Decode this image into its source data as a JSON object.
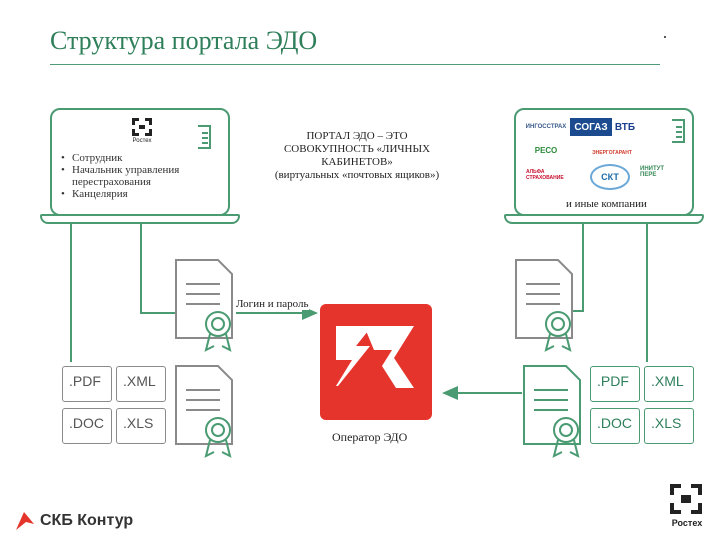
{
  "title": "Структура портала ЭДО",
  "left_panel": {
    "logo_text": "Ростех",
    "bullets": [
      "Сотрудник",
      "Начальник управления перестрахования",
      "Канцелярия"
    ]
  },
  "center_note": {
    "lines": [
      "ПОРТАЛ ЭДО – ЭТО",
      "СОВОКУПНОСТЬ «ЛИЧНЫХ",
      "КАБИНЕТОВ»",
      "(виртуальных «почтовых ящиков»)"
    ]
  },
  "right_panel": {
    "caption": "и иные компании",
    "logos": [
      "ИНГОССТРАХ",
      "СОГАЗ",
      "ВТБ",
      "РЕСО",
      "ЭНЕРГОГАРАНТ",
      "АЛЬФА СТРАХОВАНИЕ",
      "СКТ",
      "ИНИТУТ ПЕРЕ"
    ]
  },
  "login_label": "Логин и пароль",
  "operator_label": "Оператор ЭДО",
  "file_types_left": [
    ".PDF",
    ".XML",
    ".DOC",
    ".XLS"
  ],
  "file_types_right": [
    ".PDF",
    ".XML",
    ".DOC",
    ".XLS"
  ],
  "footer": {
    "brand": "СКБ Контур",
    "corner_logo": "Ростех"
  },
  "colors": {
    "accent": "#4a9a72",
    "brand_red": "#e5342b",
    "title": "#2f7f5a"
  }
}
